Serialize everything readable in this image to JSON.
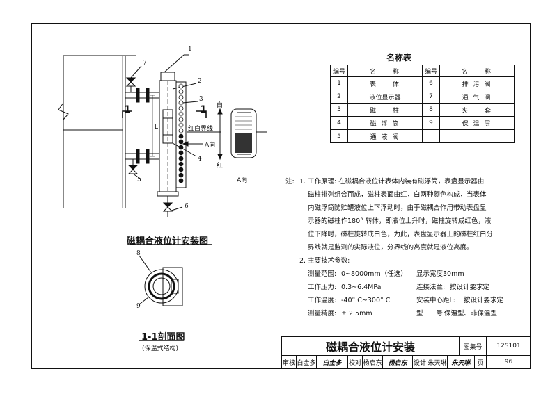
{
  "drawing": {
    "main_title": "磁耦合液位计安装图",
    "section_title": "1-1剖面图",
    "section_subtitle": "(保温式结构)",
    "section_marks": [
      "1",
      "1"
    ],
    "callouts": [
      "1",
      "2",
      "3",
      "4",
      "5",
      "6",
      "7",
      "8",
      "9"
    ],
    "label_white": "白",
    "label_red": "红",
    "label_boundary": "红白界线",
    "label_a_dir": "A向",
    "label_a_dir_view": "A向",
    "label_L": "L"
  },
  "names_table": {
    "title": "名称表",
    "header": [
      "编号",
      "名　　称",
      "编号",
      "名　　称"
    ],
    "rows": [
      [
        "1",
        "表　　体",
        "6",
        "排 污 阀"
      ],
      [
        "2",
        "液位显示器",
        "7",
        "通 气 阀"
      ],
      [
        "3",
        "磁　　柱",
        "8",
        "夹　　套"
      ],
      [
        "4",
        "磁 浮 筒",
        "9",
        "保 温 层"
      ],
      [
        "5",
        "通 液 阀",
        "",
        ""
      ]
    ]
  },
  "notes": {
    "prefix": "注:",
    "item1_lines": [
      "1. 工作原理: 在磁耦合液位计表体内装有磁浮筒，表盘显示器由",
      "磁柱排列组合而成，磁柱表面由红，白两种颜色构成，当表体",
      "内磁浮筒随贮罐液位上下浮动时，由于磁耦合作用带动表盘显",
      "示器的磁柱作180° 转体，即液位上升时，磁柱旋转成红色，液",
      "位下降时，磁柱旋转成白色，为此，表盘显示器上的磁柱红白分",
      "界线就是监测的实际液位，分界线的高度就是液位高度。"
    ],
    "item2_title": "2. 主要技术参数:",
    "params": [
      [
        "测量范围:",
        "0~8000mm（任选）",
        "显示宽度:",
        "30mm"
      ],
      [
        "工作压力:",
        "0.3~6.4MPa",
        "连接法兰:",
        "按设计要求定"
      ],
      [
        "工作温度:",
        "-40° C~300° C",
        "安装中心距L:",
        "按设计要求定"
      ],
      [
        "测量精度:",
        "± 2.5mm",
        "型　　号:",
        "保温型、非保温型"
      ]
    ]
  },
  "title_block": {
    "title": "磁耦合液位计安装",
    "atlas_label": "图集号",
    "atlas_no": "12S101",
    "review_label": "审核",
    "reviewer": "白金多",
    "reviewer_sign": "白金多",
    "check_label": "校对",
    "checker": "杨启东",
    "checker_sign": "杨启东",
    "design_label": "设计",
    "designer": "朱天琳",
    "designer_sign": "朱天琳",
    "page_label": "页",
    "page_no": "96"
  }
}
